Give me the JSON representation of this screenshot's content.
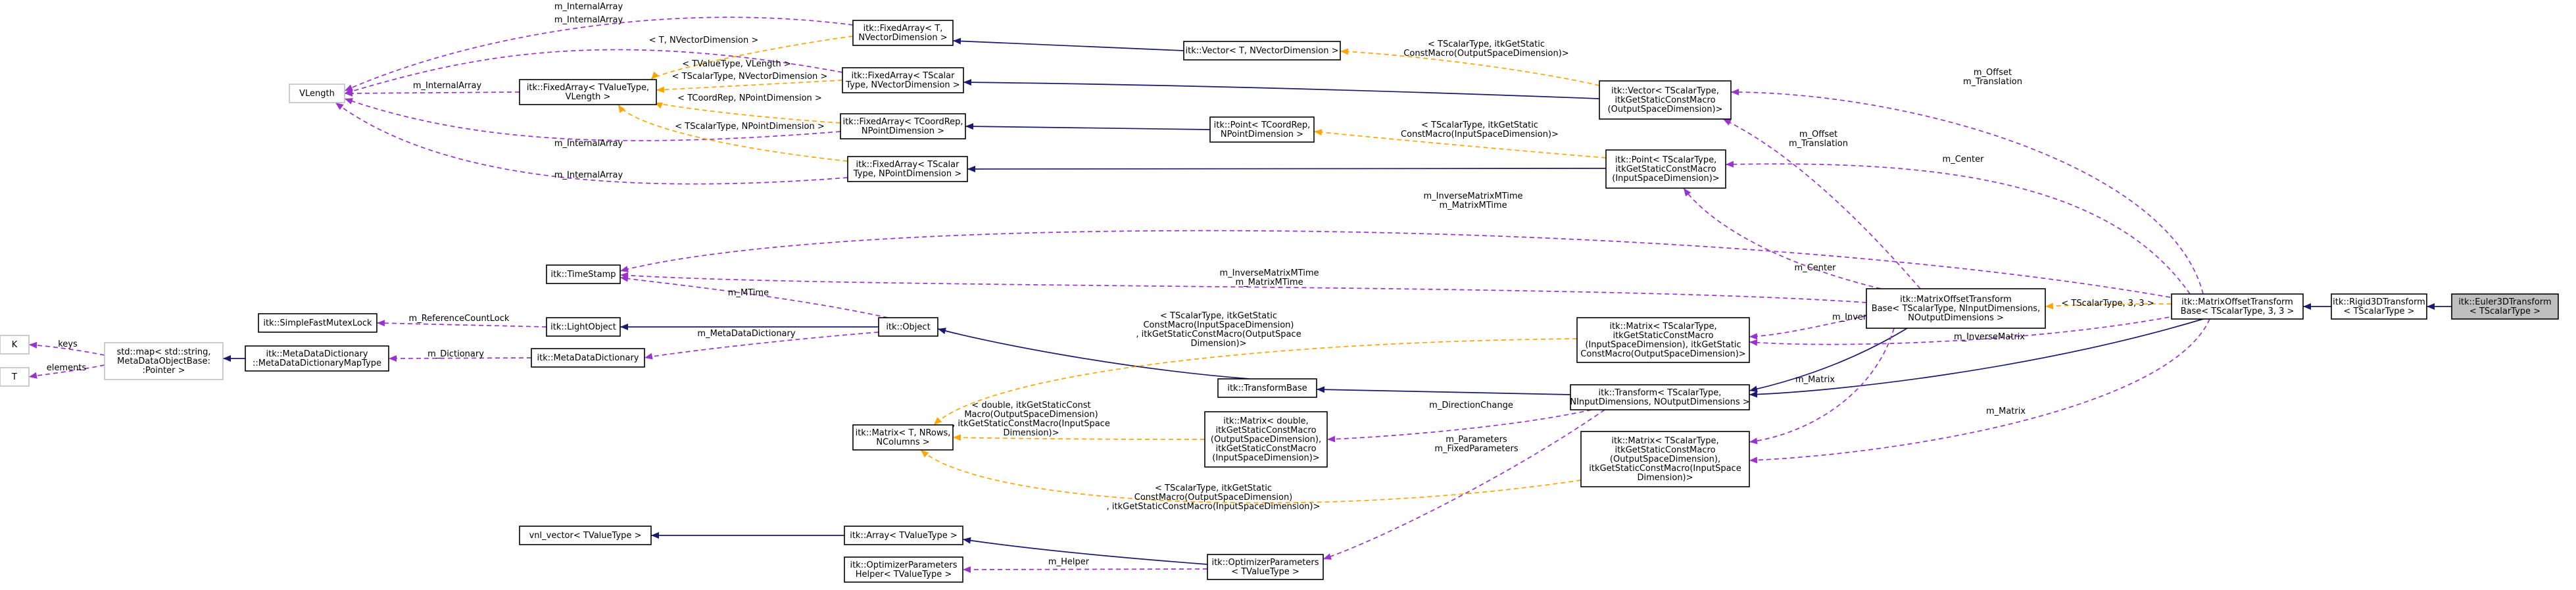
{
  "colors": {
    "inheritance": "#191970",
    "usage": "#9a32cd",
    "template": "#ffa500",
    "focus_fill": "#bfbfbf",
    "external_border": "#bfbfbf"
  },
  "nodes": {
    "euler": [
      "itk::Euler3DTransform",
      "< TScalarType >"
    ],
    "rigid": [
      "itk::Rigid3DTransform",
      "< TScalarType >"
    ],
    "mot33": [
      "itk::MatrixOffsetTransform",
      "Base< TScalarType, 3, 3 >"
    ],
    "motgen": [
      "itk::MatrixOffsetTransform",
      "Base< TScalarType, NInputDimensions,",
      "NOutputDimensions >"
    ],
    "transform": [
      "itk::Transform< TScalarType,",
      "NInputDimensions, NOutputDimensions >"
    ],
    "transformbase": [
      "itk::TransformBase"
    ],
    "object": [
      "itk::Object"
    ],
    "lightobject": [
      "itk::LightObject"
    ],
    "mutexlock": [
      "itk::SimpleFastMutexLock"
    ],
    "timestamp": [
      "itk::TimeStamp"
    ],
    "metadict": [
      "itk::MetaDataDictionary"
    ],
    "metadictmap": [
      "itk::MetaDataDictionary",
      "::MetaDataDictionaryMapType"
    ],
    "stdmap": [
      "std::map< std::string,",
      "MetaDataObjectBase:",
      ":Pointer >"
    ],
    "k": [
      "K"
    ],
    "t": [
      "T"
    ],
    "vlength": [
      "VLength"
    ],
    "fa_tv": [
      "itk::FixedArray< TValueType,",
      "VLength >"
    ],
    "fa_tn": [
      "itk::FixedArray< T,",
      "NVectorDimension >"
    ],
    "fa_svec": [
      "itk::FixedArray< TScalar",
      "Type, NVectorDimension >"
    ],
    "fa_cp": [
      "itk::FixedArray< TCoordRep,",
      "NPointDimension >"
    ],
    "fa_spt": [
      "itk::FixedArray< TScalar",
      "Type, NPointDimension >"
    ],
    "vec_tn": [
      "itk::Vector< T, NVectorDimension >"
    ],
    "pt_cp": [
      "itk::Point< TCoordRep,",
      "NPointDimension >"
    ],
    "vec_s": [
      "itk::Vector< TScalarType,",
      "itkGetStaticConstMacro",
      "(OutputSpaceDimension)>"
    ],
    "pt_s": [
      "itk::Point< TScalarType,",
      "itkGetStaticConstMacro",
      "(InputSpaceDimension)>"
    ],
    "mat_io": [
      "itk::Matrix< TScalarType,",
      "itkGetStaticConstMacro",
      "(InputSpaceDimension), itkGetStatic",
      "ConstMacro(OutputSpaceDimension)>"
    ],
    "mat_oi": [
      "itk::Matrix< TScalarType,",
      "itkGetStaticConstMacro",
      "(OutputSpaceDimension),",
      "itkGetStaticConstMacro(InputSpace",
      "Dimension)>"
    ],
    "mat_tn": [
      "itk::Matrix< T, NRows,",
      "NColumns >"
    ],
    "mat_dbl": [
      "itk::Matrix< double,",
      "itkGetStaticConstMacro",
      "(OutputSpaceDimension),",
      "itkGetStaticConstMacro",
      "(InputSpaceDimension)>"
    ],
    "vnl": [
      "vnl_vector< TValueType >"
    ],
    "array": [
      "itk::Array< TValueType >"
    ],
    "optparams": [
      "itk::OptimizerParameters",
      "< TValueType >"
    ],
    "opthelper": [
      "itk::OptimizerParameters",
      "Helper< TValueType >"
    ]
  },
  "edge_labels": {
    "internal_array": "m_InternalArray",
    "tvalue_vlength": "< TValueType, VLength >",
    "t_nvec": "< T, NVectorDimension >",
    "tscalar_nvec": "< TScalarType, NVectorDimension >",
    "tcoord_npoint": "< TCoordRep, NPointDimension >",
    "tscalar_npoint": "< TScalarType, NPointDimension >",
    "vec_out": [
      "< TScalarType, itkGetStatic",
      "ConstMacro(OutputSpaceDimension)>"
    ],
    "pt_in": [
      "< TScalarType, itkGetStatic",
      "ConstMacro(InputSpaceDimension)>"
    ],
    "offset_translation": [
      "m_Offset",
      "m_Translation"
    ],
    "center": "m_Center",
    "inverse_mtime": [
      "m_InverseMatrixMTime",
      "m_MatrixMTime"
    ],
    "inverse_matrix": "m_InverseMatrix",
    "matrix": "m_Matrix",
    "tscalar_3_3": "< TScalarType, 3, 3 >",
    "mtime": "m_MTime",
    "reference_count_lock": "m_ReferenceCountLock",
    "metadata_dictionary": "m_MetaDataDictionary",
    "dictionary": "m_Dictionary",
    "keys": "keys",
    "elements": "elements",
    "mat_io_tpl": [
      "< TScalarType, itkGetStatic",
      "ConstMacro(InputSpaceDimension)",
      ", itkGetStaticConstMacro(OutputSpace",
      "Dimension)>"
    ],
    "mat_dbl_tpl": [
      "< double, itkGetStaticConst",
      "Macro(OutputSpaceDimension)",
      ", itkGetStaticConstMacro(InputSpace",
      "Dimension)>"
    ],
    "mat_oi_tpl": [
      "< TScalarType, itkGetStatic",
      "ConstMacro(OutputSpaceDimension)",
      ", itkGetStaticConstMacro(InputSpaceDimension)>"
    ],
    "direction_change": "m_DirectionChange",
    "parameters": [
      "m_Parameters",
      "m_FixedParameters"
    ],
    "helper": "m_Helper"
  }
}
